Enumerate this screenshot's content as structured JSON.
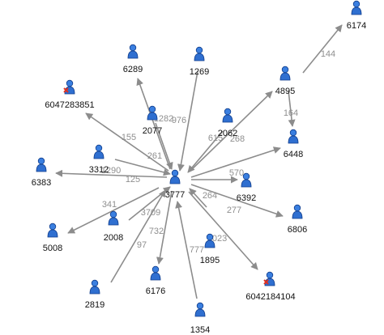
{
  "colors": {
    "edge": "#8c8c8c",
    "edge_label": "#8f8f8f",
    "node_body": "#2f6fd0",
    "node_head": "#3a7fe0",
    "node_dark": "#123e8c",
    "flag": "#e03020",
    "label": "#111111"
  },
  "icons": {
    "node": "user-person-icon",
    "flagged": "user-person-flagged-icon"
  },
  "nodes": [
    {
      "id": "6174",
      "label": "6174",
      "flagged": false
    },
    {
      "id": "6289",
      "label": "6289",
      "flagged": false
    },
    {
      "id": "1269",
      "label": "1269",
      "flagged": false
    },
    {
      "id": "4895",
      "label": "4895",
      "flagged": false
    },
    {
      "id": "6047283851",
      "label": "6047283851",
      "flagged": true
    },
    {
      "id": "2077",
      "label": "2077",
      "flagged": false
    },
    {
      "id": "2062",
      "label": "2062",
      "flagged": false
    },
    {
      "id": "6448",
      "label": "6448",
      "flagged": false
    },
    {
      "id": "3312",
      "label": "3312",
      "flagged": false
    },
    {
      "id": "6383",
      "label": "6383",
      "flagged": false
    },
    {
      "id": "3777",
      "label": "3777",
      "flagged": false
    },
    {
      "id": "6392",
      "label": "6392",
      "flagged": false
    },
    {
      "id": "6806",
      "label": "6806",
      "flagged": false
    },
    {
      "id": "2008",
      "label": "2008",
      "flagged": false
    },
    {
      "id": "5008",
      "label": "5008",
      "flagged": false
    },
    {
      "id": "1895",
      "label": "1895",
      "flagged": false
    },
    {
      "id": "6176",
      "label": "6176",
      "flagged": false
    },
    {
      "id": "6042184104",
      "label": "6042184104",
      "flagged": true
    },
    {
      "id": "2819",
      "label": "2819",
      "flagged": false
    },
    {
      "id": "1354",
      "label": "1354",
      "flagged": false
    }
  ],
  "edges": [
    {
      "from": "4895",
      "to": "6174",
      "label": "144"
    },
    {
      "from": "4895",
      "to": "6448",
      "label": "164"
    },
    {
      "from": "3777",
      "to": "4895",
      "label": "268"
    },
    {
      "from": "3777",
      "to": "6448",
      "label": "615"
    },
    {
      "from": "3777",
      "to": "6289",
      "label": "261"
    },
    {
      "from": "1269",
      "to": "3777",
      "label": "976"
    },
    {
      "from": "2077",
      "to": "3777",
      "label": "1282"
    },
    {
      "from": "3777",
      "to": "6047283851",
      "label": "155"
    },
    {
      "from": "2062",
      "to": "3777",
      "label": ""
    },
    {
      "from": "3312",
      "to": "3777",
      "label": "1290"
    },
    {
      "from": "3777",
      "to": "6383",
      "label": "125"
    },
    {
      "from": "3777",
      "to": "6392",
      "label": "570"
    },
    {
      "from": "3777",
      "to": "6806",
      "label": "277"
    },
    {
      "from": "3777",
      "to": "6042184104",
      "label": "1023"
    },
    {
      "from": "1895",
      "to": "3777",
      "label": "264"
    },
    {
      "from": "3777",
      "to": "5008",
      "label": "341"
    },
    {
      "from": "2008",
      "to": "3777",
      "label": "3709"
    },
    {
      "from": "3777",
      "to": "6176",
      "label": "732"
    },
    {
      "from": "2819",
      "to": "3777",
      "label": "97"
    },
    {
      "from": "1354",
      "to": "3777",
      "label": "777"
    }
  ]
}
